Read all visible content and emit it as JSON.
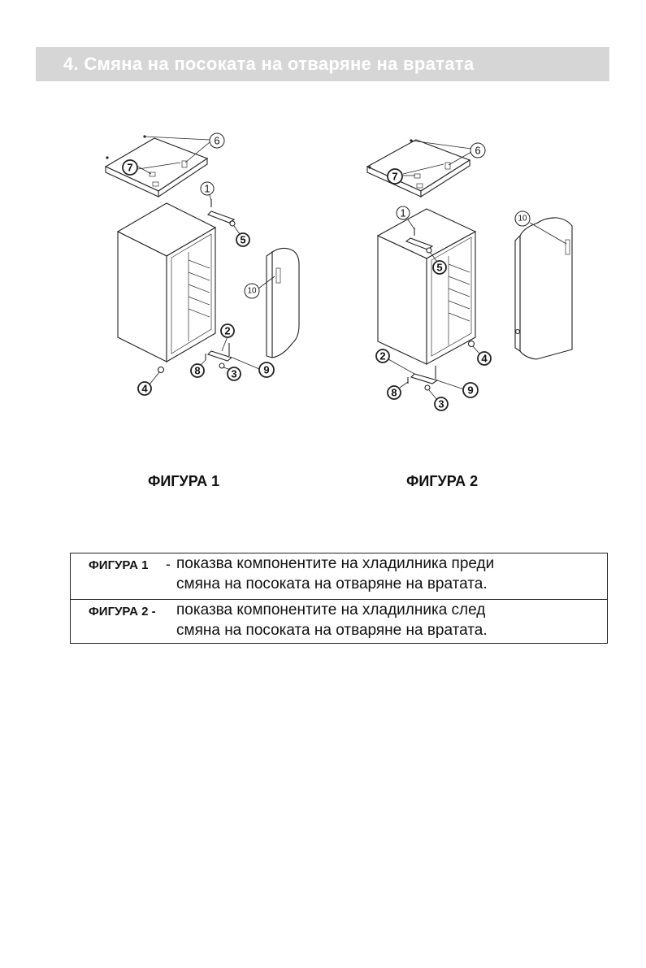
{
  "header": {
    "title": "4. Смяна на посоката на отваряне на вратата"
  },
  "figures": [
    {
      "caption": "ФИГУРА 1"
    },
    {
      "caption": "ФИГУРА 2"
    }
  ],
  "callouts": [
    "1",
    "2",
    "3",
    "4",
    "5",
    "6",
    "7",
    "8",
    "9",
    "10"
  ],
  "notes": [
    {
      "label": "ФИГУРА 1",
      "separator": "-",
      "line1": "показва компонентите на хладилника преди",
      "line2": "смяна на посоката на отваряне на вратата."
    },
    {
      "label": "ФИГУРА 2 -",
      "separator": "",
      "line1": "показва компонентите на хладилника след",
      "line2": "смяна на посоката на отваряне на вратата."
    }
  ]
}
